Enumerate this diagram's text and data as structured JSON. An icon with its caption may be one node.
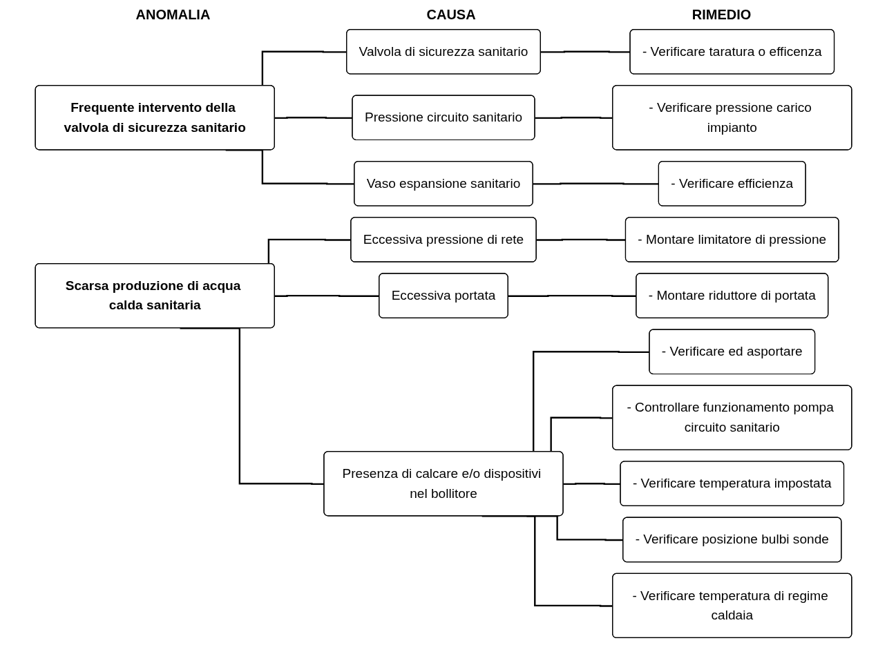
{
  "diagram": {
    "nodes": [
      {
        "text": [
          "Frequente intervento della valvola di sicurezza sanitario"
        ]
      },
      {
        "text": [
          "Valvola di sicurezza sanitario"
        ]
      },
      {
        "text": [
          "Pressione circuito sanitario"
        ]
      },
      {
        "text": [
          "Vaso espansione sanitario"
        ]
      },
      {
        "text": [
          "- Verificare taratura o efficenza"
        ]
      },
      {
        "text": [
          "- Verificare pressione carico impianto"
        ]
      },
      {
        "text": [
          "- Verificare efficienza"
        ]
      },
      {
        "text": [
          "Scarsa produzione di acqua calda sanitaria"
        ]
      },
      {
        "text": [
          "Eccessiva pressione di rete"
        ]
      },
      {
        "text": [
          "Eccessiva portata"
        ]
      },
      {
        "text": [
          "Presenza di calcare e/o dispositivi nel bollitore"
        ]
      },
      {
        "text": [
          "- Montare limitatore di pressione"
        ]
      },
      {
        "text": [
          "- Montare riduttore di portata"
        ]
      },
      {
        "text": [
          "- Verificare ed asportare"
        ]
      },
      {
        "text": [
          "- Controllare funzionamento pompa circuito sanitario"
        ]
      },
      {
        "text": [
          "- Verificare temperatura impostata"
        ]
      },
      {
        "text": [
          "- Verificare posizione bulbi sonde"
        ]
      },
      {
        "text": [
          "- Verificare temperatura di regime caldaia"
        ]
      }
    ],
    "edges": [
      {
        "from": 0,
        "to": 1,
        "arrow": "none"
      },
      {
        "from": 0,
        "to": 2,
        "arrow": "none"
      },
      {
        "from": 0,
        "to": 3,
        "arrow": "none"
      },
      {
        "from": 1,
        "to": 4,
        "arrow": "none"
      },
      {
        "from": 2,
        "to": 5,
        "arrow": "none"
      },
      {
        "from": 3,
        "to": 6,
        "arrow": "none"
      },
      {
        "from": 7,
        "to": 8,
        "arrow": "none"
      },
      {
        "from": 7,
        "to": 9,
        "arrow": "none"
      },
      {
        "from": 7,
        "to": 10,
        "arrow": "none"
      },
      {
        "from": 8,
        "to": 11,
        "arrow": "none"
      },
      {
        "from": 9,
        "to": 12,
        "arrow": "none"
      },
      {
        "from": 10,
        "to": 13,
        "arrow": "none"
      },
      {
        "from": 10,
        "to": 14,
        "arrow": "none"
      },
      {
        "from": 10,
        "to": 15,
        "arrow": "none"
      },
      {
        "from": 10,
        "to": 16,
        "arrow": "none"
      },
      {
        "from": 10,
        "to": 17,
        "arrow": "none"
      }
    ],
    "labels": [
      "ANOMALIA",
      "CAUSA",
      "RIMEDIO"
    ]
  }
}
